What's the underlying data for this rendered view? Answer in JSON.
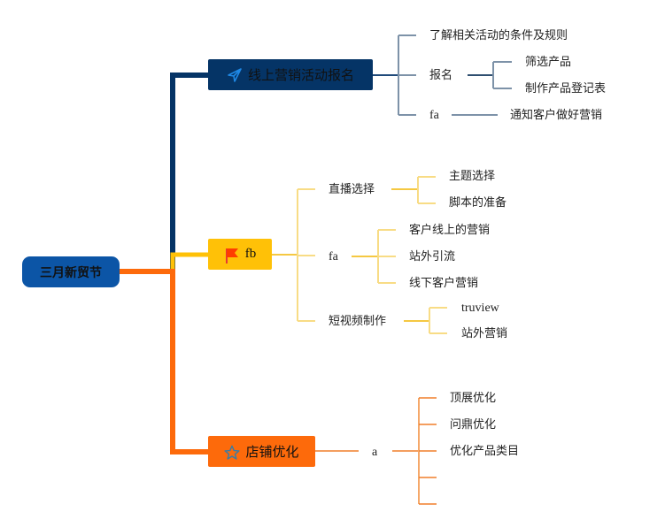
{
  "colors": {
    "root": "#0c55a6",
    "branch1": "#053466",
    "branch2": "#ffc107",
    "branch3": "#fd6a0b",
    "icon_blue": "#1e88e5",
    "flag_red": "#ff3d00"
  },
  "root": {
    "label": "三月新贸节"
  },
  "branches": [
    {
      "label": "线上营销活动报名",
      "icon": "paper-plane-icon",
      "children": [
        {
          "label": "了解相关活动的条件及规则"
        },
        {
          "label": "报名",
          "children": [
            {
              "label": "筛选产品"
            },
            {
              "label": "制作产品登记表"
            }
          ]
        },
        {
          "label": "fa",
          "children": [
            {
              "label": "通知客户做好营销"
            }
          ]
        }
      ]
    },
    {
      "label": "fb",
      "icon": "flag-icon",
      "children": [
        {
          "label": "直播选择",
          "children": [
            {
              "label": "主题选择"
            },
            {
              "label": "脚本的准备"
            }
          ]
        },
        {
          "label": "fa",
          "children": [
            {
              "label": "客户线上的营销"
            },
            {
              "label": "站外引流"
            },
            {
              "label": "线下客户营销"
            }
          ]
        },
        {
          "label": "短视频制作",
          "children": [
            {
              "label": "truview"
            },
            {
              "label": "站外营销"
            }
          ]
        }
      ]
    },
    {
      "label": "店铺优化",
      "icon": "star-icon",
      "children": [
        {
          "label": "a",
          "children": [
            {
              "label": "顶展优化"
            },
            {
              "label": "问鼎优化"
            },
            {
              "label": "优化产品类目"
            },
            {
              "label": ""
            },
            {
              "label": ""
            }
          ]
        }
      ]
    }
  ]
}
